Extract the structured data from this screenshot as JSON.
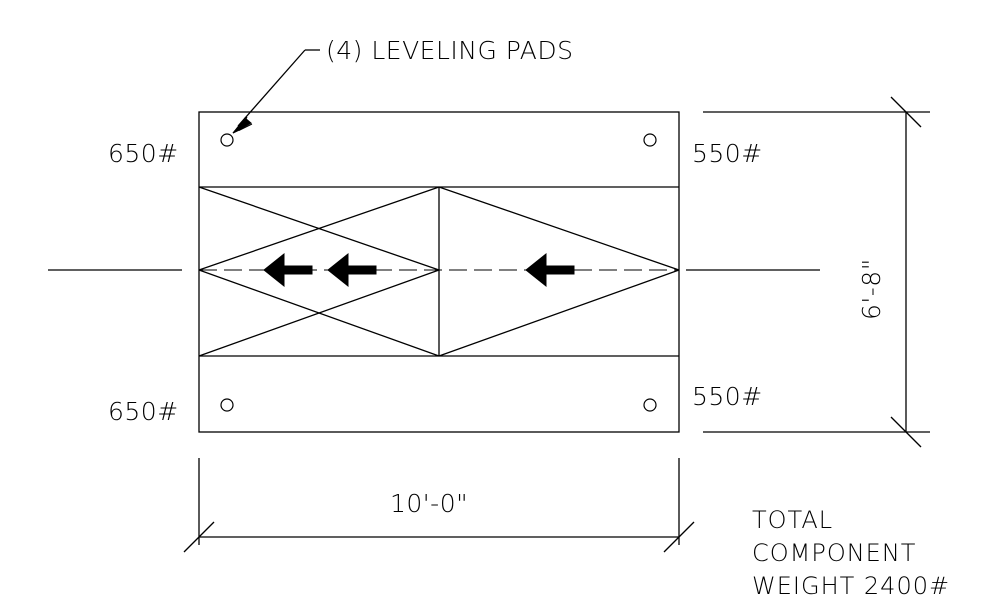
{
  "callout": {
    "text": "(4) LEVELING PADS"
  },
  "weights": {
    "top_left": "650#",
    "top_right": "550#",
    "bottom_left": "650#",
    "bottom_right": "550#"
  },
  "dimensions": {
    "width": "10'-0\"",
    "height": "6'-8\""
  },
  "note": {
    "line1": "TOTAL",
    "line2": "COMPONENT",
    "line3": "WEIGHT 2400#"
  }
}
